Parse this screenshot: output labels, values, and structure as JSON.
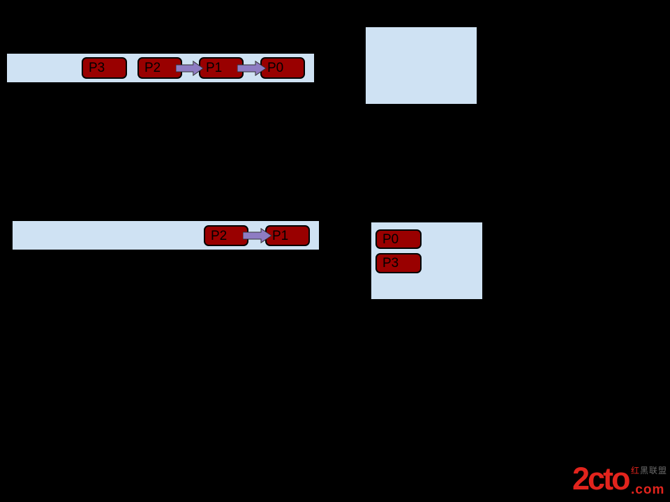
{
  "palette": {
    "background": "#000000",
    "queue_fill": "#cfe2f3",
    "process_fill": "#990000",
    "process_border": "#000000",
    "arrow_fill": "#8e7cc3",
    "arrow_border": "#333333",
    "label_color": "#000000",
    "logo_red": "#e2241d",
    "logo_gray": "#6b6b6b"
  },
  "top_queue": {
    "processes": [
      {
        "label": "P3"
      },
      {
        "label": "P2"
      },
      {
        "label": "P1"
      },
      {
        "label": "P0"
      }
    ]
  },
  "middle_queue": {
    "processes": [
      {
        "label": "P2"
      },
      {
        "label": "P1"
      }
    ]
  },
  "middle_right_box": {
    "processes": [
      {
        "label": "P0"
      },
      {
        "label": "P3"
      }
    ]
  },
  "watermark": {
    "brand": "2cto",
    "suffix": ".com",
    "tagline_red": "红",
    "tagline_dark": "黑联盟"
  }
}
